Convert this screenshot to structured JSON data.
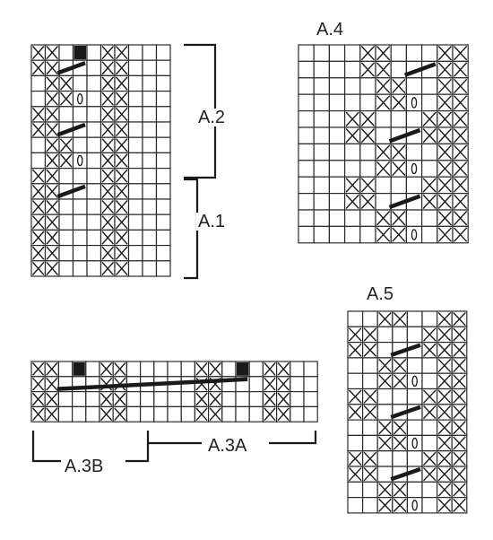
{
  "labels": {
    "a1": "A.1",
    "a2": "A.2",
    "a3a": "A.3A",
    "a3b": "A.3B",
    "a4": "A.4",
    "a5": "A.5"
  },
  "colors": {
    "ink": "#1a1a1a",
    "grid": "#2b2b2b",
    "paper": "#ffffff"
  },
  "charts": {
    "a1_a2": {
      "cols": 11,
      "rows": [
        "XX.K.XX...",
        "XXSS.XX...",
        ".XX..XX...",
        ".XXO.XX...",
        "XX...XX...",
        "XXSS.XX...",
        ".XX..XX...",
        ".XXO.XX...",
        "XX...XX...",
        "XXSS.XX...",
        "XX...XX...",
        "XX...XX...",
        "XX...XX...",
        "XX...XX...",
        "XX...XX..."
      ]
    },
    "a3": {
      "cols": 21,
      "rows": [
        "XX.K.XX.....XX.K.XX..",
        "XXSS.XX.....XXSS.XX..",
        "XX...XX.....XX...XX..",
        "XX...XX.....XX...XX.."
      ]
    },
    "a4": {
      "cols": 11,
      "rows": [
        "....XX...XX",
        "....XX.SSXX",
        ".....XX..XX",
        ".....XXO.XX",
        "...XX...XXX",
        "...XX.SSXXX",
        ".....XX..XX",
        ".....XXO.XX",
        "...XX...XXX",
        "...XX.SSXXX",
        ".....XX..XX",
        ".....XXO.XX"
      ]
    },
    "a5": {
      "cols": 8,
      "rows": [
        "..XX..XX",
        "XX...XXX",
        "XX.SSXXX",
        "..XX..XX",
        "..XXO.XX",
        "XX...XXX",
        "XX.SSXXX",
        "..XX..XX",
        "..XXO.XX",
        "XX...XXX",
        "XX.SSXXX",
        "..XX..XX",
        "..XXO.XX"
      ]
    }
  }
}
